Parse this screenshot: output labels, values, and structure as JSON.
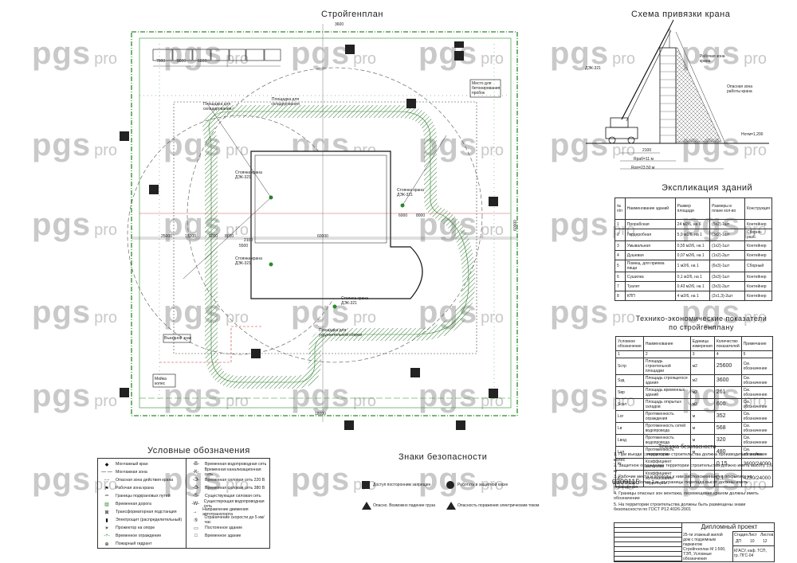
{
  "titles": {
    "site_plan": "Стройгенплан",
    "crane_scheme": "Схема привязки крана",
    "buildings": "Экспликация зданий",
    "tech_econ": "Технико-экономические показатели по стройгенплану",
    "legend": "Условные обозначения",
    "safety": "Знаки безопасности",
    "safety_requirements": "Техника безопасности"
  },
  "watermark": {
    "brand": "pgs",
    "suffix": "pro"
  },
  "site_plan": {
    "dims": [
      "7000",
      "8000",
      "6000",
      "25000",
      "18000",
      "60000",
      "6000",
      "8000",
      "6000",
      "8000",
      "5500",
      "2100",
      "18000",
      "60000",
      "3600"
    ],
    "labels": [
      "Площадка для складирования",
      "Стоянка крана ДЭК-321",
      "Стоянка крана ДЭК-321",
      "Стоянка крана ДЭК-321",
      "Стоянка крана ДЭК-321",
      "Площадка для укрупнительной сборки",
      "Въездной знак",
      "Мойка колес",
      "Место для бетонирования пробок",
      "Площадка для складирования"
    ]
  },
  "crane": {
    "labels": [
      "ДЭК-321",
      "Рабочая зона крана",
      "Опасная зона работы крана",
      "2100",
      "Rраб=11 м",
      "Rоп=23.50 м",
      "Нотм=1,200"
    ]
  },
  "buildings_table": {
    "headers": [
      "№ п/п",
      "Наименование зданий",
      "Размер площади",
      "Размеры в плане кол-во",
      "Конструкция"
    ],
    "rows": [
      [
        "1",
        "Прорабская",
        "24 м2/6, на 6",
        "(5х2)-1шт",
        "Контейнер"
      ],
      [
        "2",
        "Гардеробная",
        "5,9 м2/6, на 1",
        "(3х2)-1шт",
        "Сборно-разб."
      ],
      [
        "3",
        "Умывальная",
        "0,55 м2/6, на 1",
        "(1х2)-1шт",
        "Контейнер"
      ],
      [
        "4",
        "Душевая",
        "0,07 м2/6, на 1",
        "(1х2)-2шт",
        "Контейнер"
      ],
      [
        "5",
        "Помещ. для приема пищи",
        "1 м2/6, на 1",
        "(6х3)-1шт",
        "Сборный"
      ],
      [
        "6",
        "Сушилка",
        "0,1 м2/6, на 1",
        "(3х3)-1шт",
        "Контейнер"
      ],
      [
        "7",
        "Туалет",
        "0,43 м2/6, на 1",
        "(3х3)-2шт",
        "Контейнер"
      ],
      [
        "8",
        "КПП",
        "4 м2/6, на 1",
        "(2х1,3)-2шт",
        "Контейнер"
      ]
    ]
  },
  "tech_table": {
    "headers": [
      "Условное обозначение",
      "Наименование",
      "Единица измерения",
      "Количество показателей",
      "Примечание"
    ],
    "col_numbers": [
      "1",
      "2",
      "3",
      "4",
      "5"
    ],
    "rows": [
      [
        "Sстр",
        "Площадь строительной площадки",
        "м2",
        "25600",
        "См. обозначение"
      ],
      [
        "Sзд",
        "Площадь строящегося здания",
        "м2",
        "3600",
        "См. обозначение"
      ],
      [
        "Sвр",
        "Площадь временных зданий",
        "м2",
        "261",
        "См. обозначение"
      ],
      [
        "Sскл",
        "Площадь открытых складов",
        "м2",
        "600",
        "См. обозначение"
      ],
      [
        "Lог",
        "Протяженность ограждения",
        "м",
        "352",
        "См. обозначение"
      ],
      [
        "Lв",
        "Протяженность сетей водопровода",
        "м",
        "568",
        "См. обозначение"
      ],
      [
        "Lвод",
        "Протяженность водопровода",
        "м",
        "320",
        "См. обозначение"
      ],
      [
        "Lэл",
        "Протяженность электросети",
        "м",
        "480",
        "См. обозначение"
      ],
      [
        "Ki",
        "Коэффициент застройки",
        "",
        "0,15",
        "3600/24000"
      ],
      [
        "Kc",
        "Коэффициент использования территории",
        "",
        "0,1",
        "4230/24000"
      ]
    ]
  },
  "safety_notes": [
    "1. При въезде с территории строительства должна производиться мойка колес",
    "2. Защитное ограждение территории строительства должно иметь высоту 1,6 м",
    "3. Рабочие места и проходы к ним расположенные на покрытиях на расстоянии более 2 м. от границы перепада высот должны иметь ограждения",
    "4. Границы опасных зон монтажа, перемещения краном должны иметь обозначение",
    "5. На территории строительства должны быть размещены знаки безопасности по ГОСТ Р12.4026-2001"
  ],
  "stamp": {
    "code": "0309115",
    "drawing_title": "Дипломный проект",
    "project": "25-ти этажный жилой дом с подземным паркингом",
    "sheet_title": "Стройгенплан М 1:500, ТЭП, Условные обозначения",
    "stage": "ДП",
    "sheet": "10",
    "sheets": "12",
    "org": "КГАСУ, каф. ТСП, гр. ПГС-04",
    "hdr_stage": "Стадия",
    "hdr_sheet": "Лист",
    "hdr_sheets": "Листов"
  },
  "legend_left": [
    "Монтажный кран",
    "Монтажная зона",
    "Опасная зона действия крана",
    "Рабочая зона крана",
    "Границы подкрановых путей",
    "Временная дорога",
    "Трансформаторная подстанция",
    "Электрощит (распределительный)",
    "Прожектор на опоре",
    "Временное ограждение",
    "Пожарный гидрант"
  ],
  "legend_right": [
    "Временная водопроводная сеть",
    "Временная канализационная сеть",
    "Временная силовая сеть 220 В",
    "Временная силовая сеть 380 В",
    "Существующая силовая сеть",
    "Существующая водопроводная сеть",
    "Направление движения автотранспорта",
    "Ограничение скорости до 5 км/час",
    "Постоянное здание",
    "Временное здание"
  ],
  "safety_signs": [
    "Доступ посторонним запрещен",
    "Работать в защитной каске",
    "Опасно. Возможно падение груза",
    "Опасность поражения электрическим током"
  ]
}
